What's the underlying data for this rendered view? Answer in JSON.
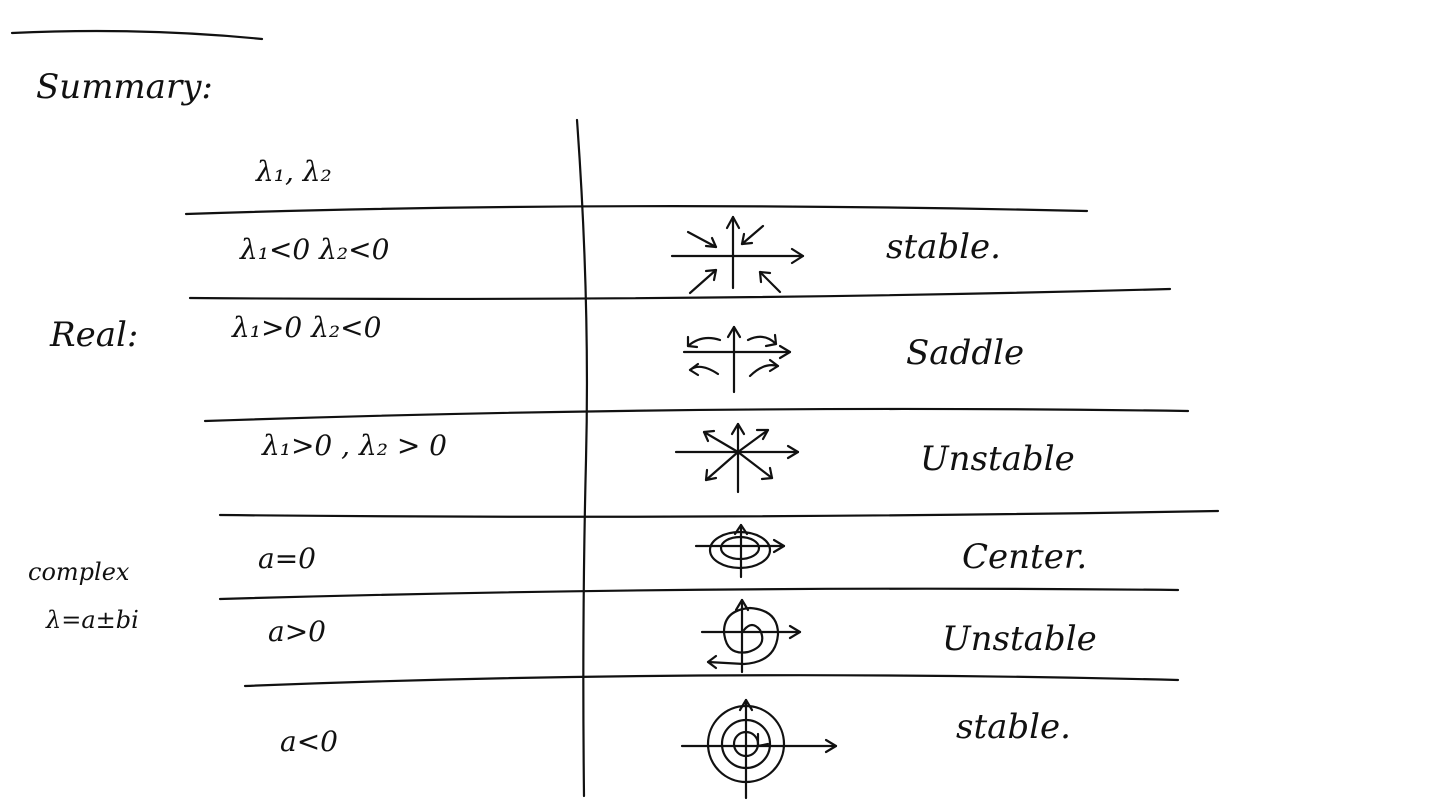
{
  "heading": "Summary:",
  "column_header": "λ₁, λ₂",
  "groups": {
    "real": "Real:",
    "complex_line1": "complex",
    "complex_line2": "λ=a±bi"
  },
  "rows": [
    {
      "condition": "λ₁<0   λ₂<0",
      "classification": "stable.",
      "portrait": "stable-node-icon"
    },
    {
      "condition": "λ₁>0 λ₂<0",
      "classification": "Saddle",
      "portrait": "saddle-icon"
    },
    {
      "condition": "λ₁>0 , λ₂ > 0",
      "classification": "Unstable",
      "portrait": "unstable-node-icon"
    },
    {
      "condition": "a=0",
      "classification": "Center.",
      "portrait": "center-icon"
    },
    {
      "condition": "a>0",
      "classification": "Unstable",
      "portrait": "unstable-spiral-icon"
    },
    {
      "condition": "a<0",
      "classification": "stable.",
      "portrait": "stable-spiral-icon"
    }
  ],
  "colors": {
    "ink": "#111111",
    "paper": "#ffffff"
  }
}
